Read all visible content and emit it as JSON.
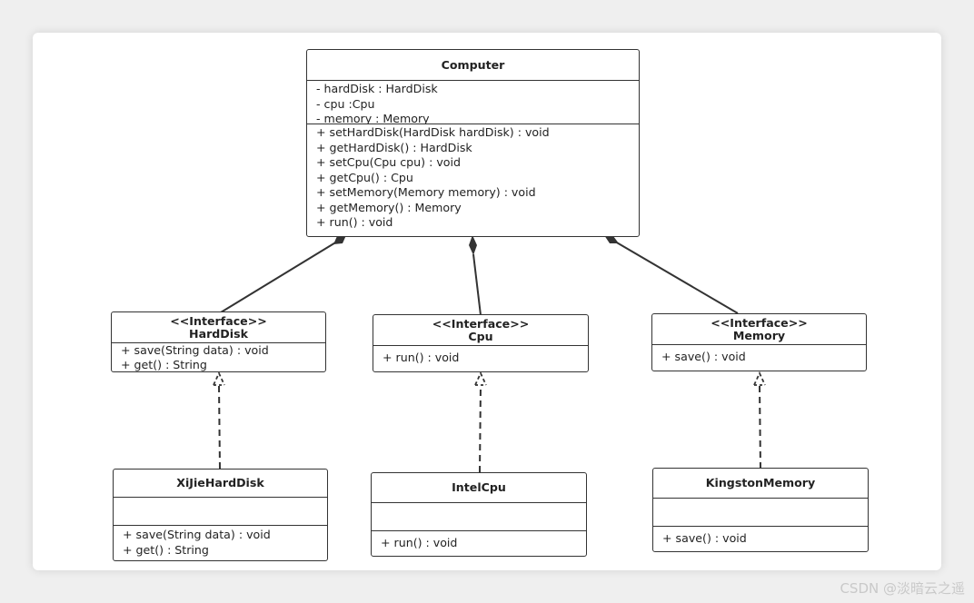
{
  "classes": {
    "computer": {
      "name": "Computer",
      "attributes": [
        "- hardDisk : HardDisk",
        "- cpu :Cpu",
        "- memory : Memory"
      ],
      "methods": [
        "+ setHardDisk(HardDisk hardDisk) : void",
        "+ getHardDisk() : HardDisk",
        "+ setCpu(Cpu cpu) : void",
        "+ getCpu() : Cpu",
        "+ setMemory(Memory memory) : void",
        "+ getMemory() : Memory",
        "+ run() : void"
      ]
    },
    "harddisk": {
      "stereotype": "<<Interface>>",
      "name": "HardDisk",
      "methods": [
        "+ save(String data) : void",
        "+ get() : String"
      ]
    },
    "cpu": {
      "stereotype": "<<Interface>>",
      "name": "Cpu",
      "methods": [
        "+ run() : void"
      ]
    },
    "memory": {
      "stereotype": "<<Interface>>",
      "name": "Memory",
      "methods": [
        "+ save() : void"
      ]
    },
    "xijie": {
      "name": "XiJieHardDisk",
      "attributes": [],
      "methods": [
        "+ save(String data) : void",
        "+ get() : String"
      ]
    },
    "intelcpu": {
      "name": "IntelCpu",
      "attributes": [],
      "methods": [
        "+ run() : void"
      ]
    },
    "kingston": {
      "name": "KingstonMemory",
      "attributes": [],
      "methods": [
        "+ save() : void"
      ]
    }
  },
  "watermark": "CSDN @淡暗云之遥"
}
